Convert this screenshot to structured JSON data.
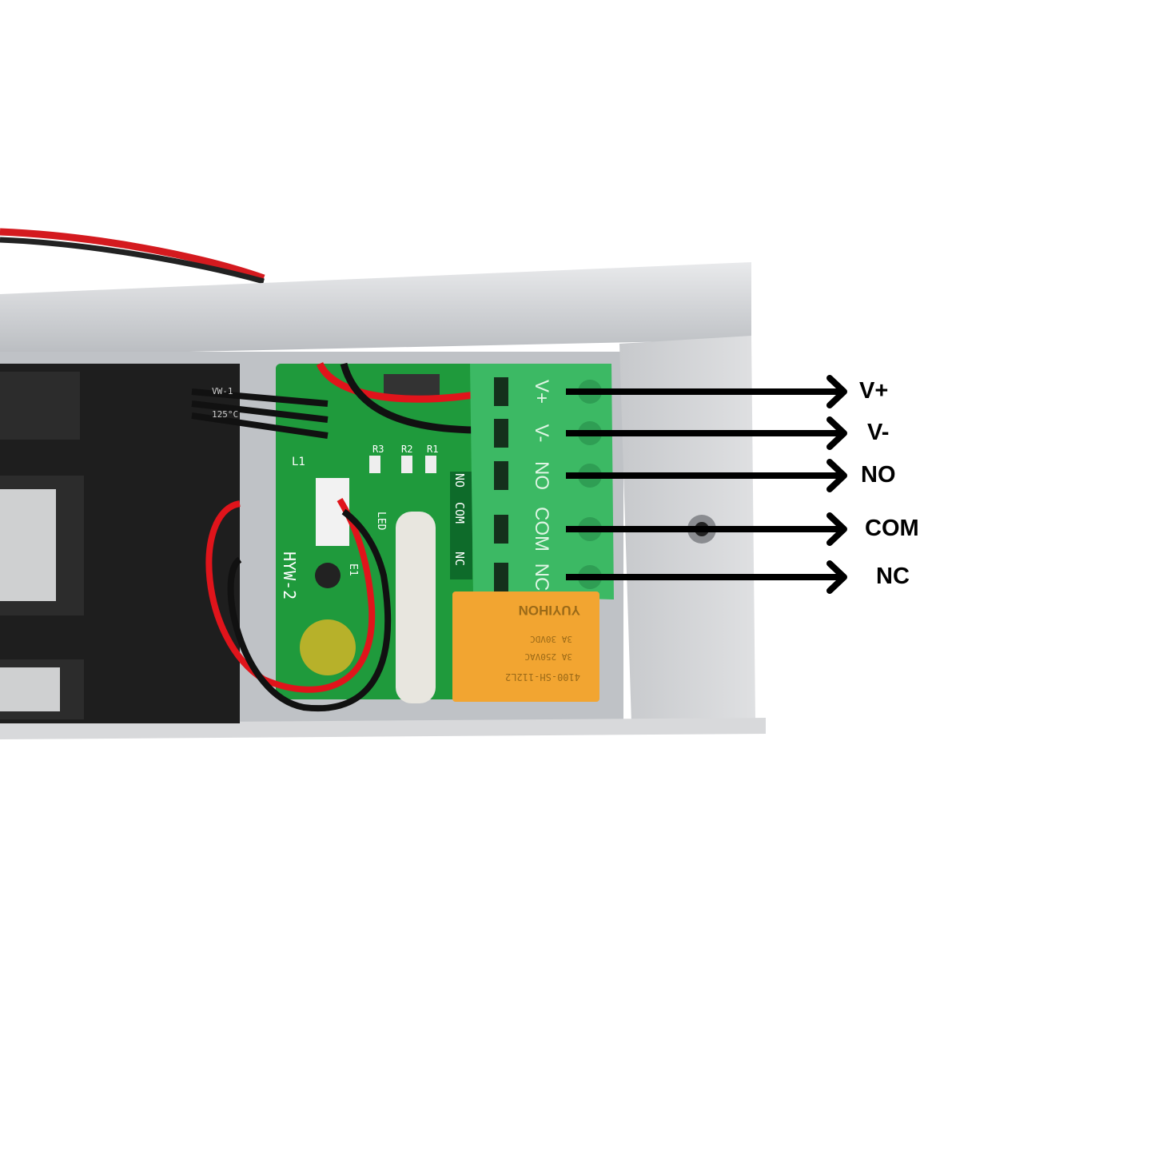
{
  "terminals": [
    {
      "id": "v-plus",
      "label": "V+",
      "block_text": "V+"
    },
    {
      "id": "v-minus",
      "label": "V-",
      "block_text": "V-"
    },
    {
      "id": "no",
      "label": "NO",
      "block_text": "NO"
    },
    {
      "id": "com",
      "label": "COM",
      "block_text": "COM"
    },
    {
      "id": "nc",
      "label": "NC",
      "block_text": "NC"
    }
  ],
  "pcb_silk": {
    "model": "HYW-2",
    "led": "LED",
    "r1": "R1",
    "r2": "R2",
    "r3": "R3",
    "e1": "E1",
    "l1": "L1",
    "no": "NO",
    "com": "COM",
    "nc": "NC"
  },
  "wire_print": {
    "a": "VW-1",
    "b": "125°C"
  },
  "relay": {
    "brand": "YUYIHON",
    "model": "4100-SH-112L2",
    "rating1": "3A 250VAC",
    "rating2": "3A 30VDC"
  },
  "colors": {
    "pcb": "#1f9a3c",
    "terminal_block": "#3cb964",
    "relay": "#f2a531",
    "housing": "#cfd1d4",
    "arrow": "#000000",
    "wire_red": "#e0141b",
    "wire_black": "#111111"
  }
}
